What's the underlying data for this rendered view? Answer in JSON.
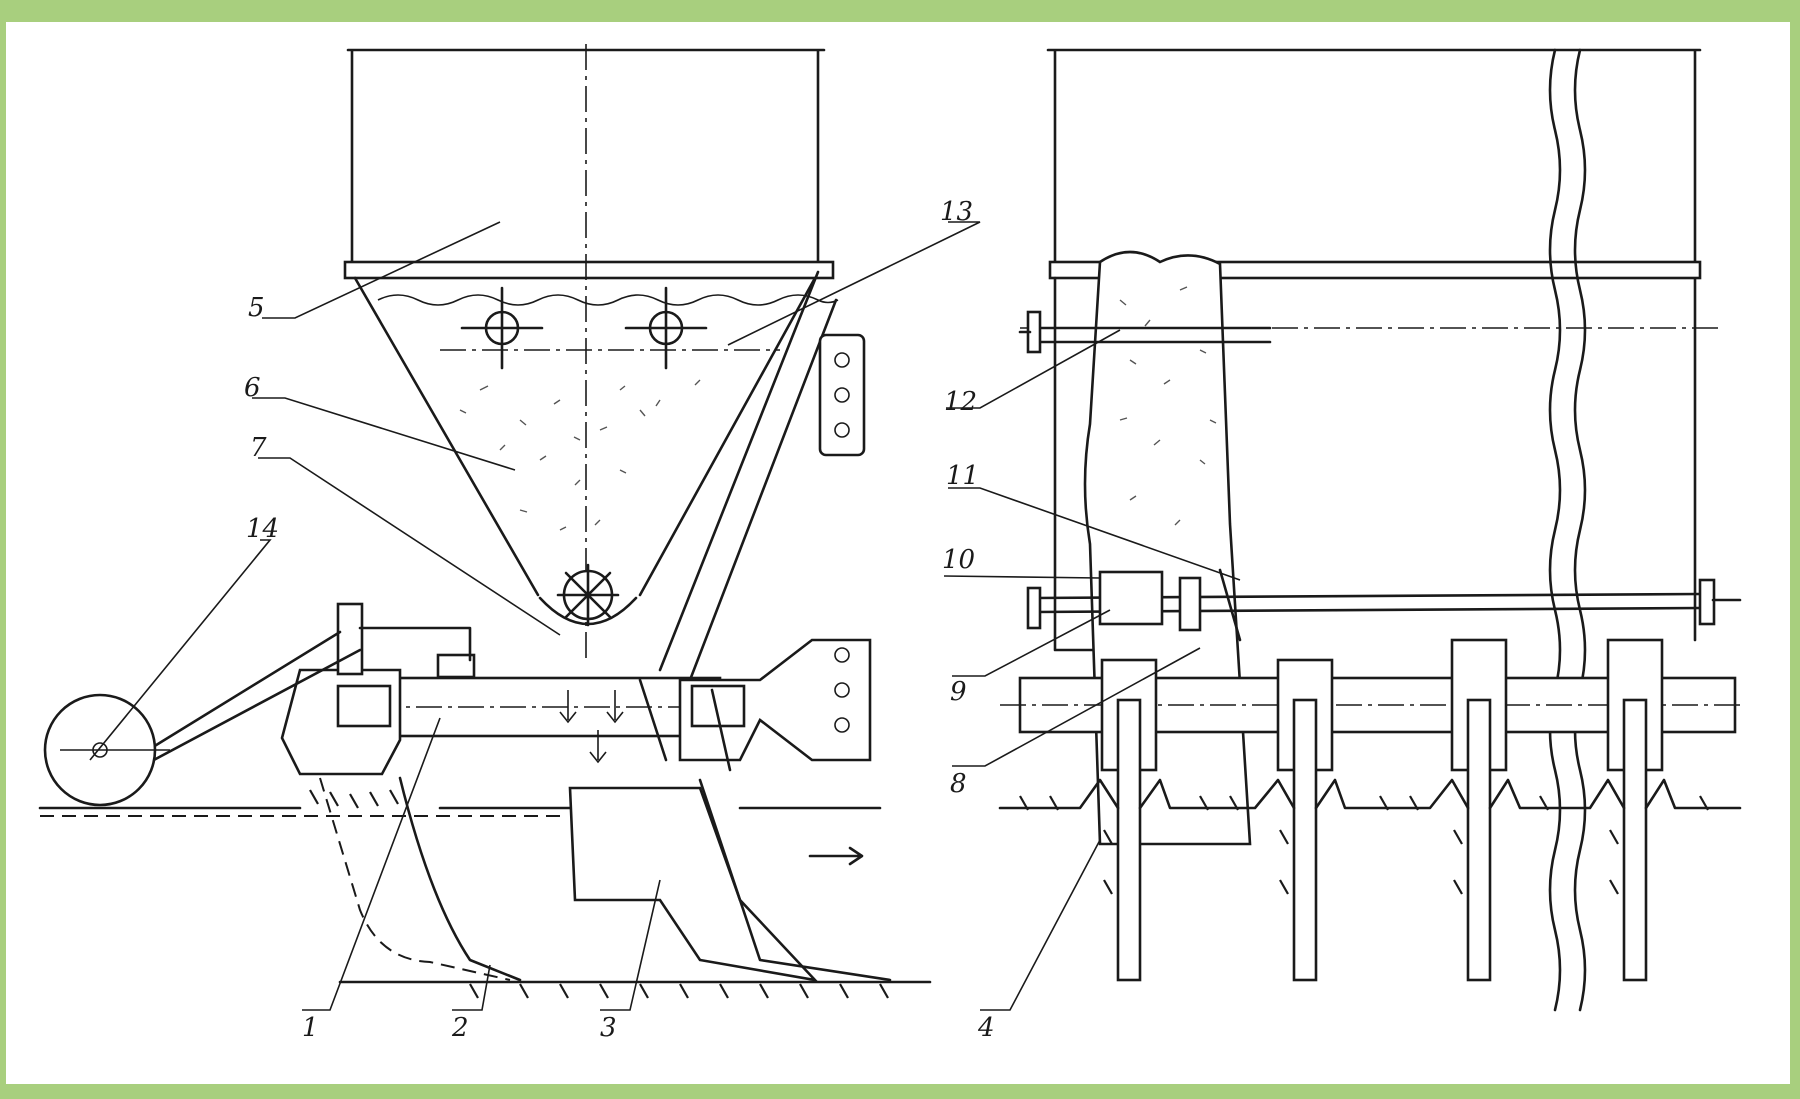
{
  "figure": {
    "background_color": "#a8cf7e",
    "sheet_color": "#ffffff",
    "ink_color": "#1a1a1a",
    "callouts": [
      {
        "id": "c1",
        "text": "1"
      },
      {
        "id": "c2",
        "text": "2"
      },
      {
        "id": "c3",
        "text": "3"
      },
      {
        "id": "c4",
        "text": "4"
      },
      {
        "id": "c5",
        "text": "5"
      },
      {
        "id": "c6",
        "text": "6"
      },
      {
        "id": "c7",
        "text": "7"
      },
      {
        "id": "c8",
        "text": "8"
      },
      {
        "id": "c9",
        "text": "9"
      },
      {
        "id": "c10",
        "text": "10"
      },
      {
        "id": "c11",
        "text": "11"
      },
      {
        "id": "c12",
        "text": "12"
      },
      {
        "id": "c13",
        "text": "13"
      },
      {
        "id": "c14",
        "text": "14"
      }
    ]
  }
}
